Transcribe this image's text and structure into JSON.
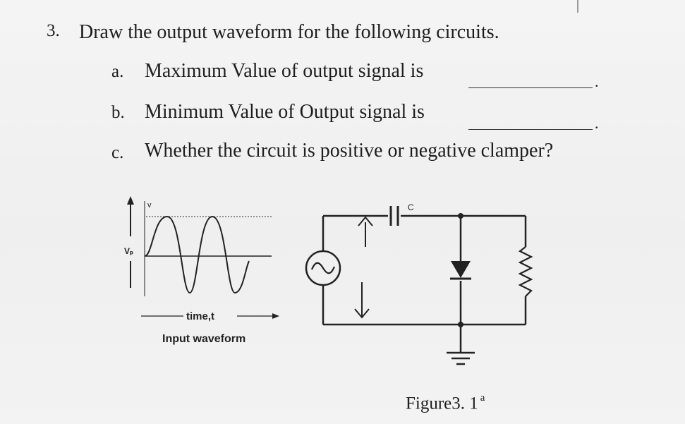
{
  "question": {
    "number": "3.",
    "title": "Draw the output waveform for the following circuits.",
    "items": [
      {
        "letter": "a.",
        "text": "Maximum Value of output signal is",
        "end": "."
      },
      {
        "letter": "b.",
        "text": "Minimum Value of Output signal is",
        "end": "."
      },
      {
        "letter": "c.",
        "text": "Whether the circuit is positive or negative clamper?"
      }
    ]
  },
  "waveform": {
    "y_axis_label": "v",
    "vp_label": "Vₚ",
    "x_axis_label": "time,t",
    "caption": "Input waveform"
  },
  "circuit": {
    "capacitor_label": "C"
  },
  "figure": {
    "caption": "Figure3. 1",
    "caption_sup": "a"
  }
}
